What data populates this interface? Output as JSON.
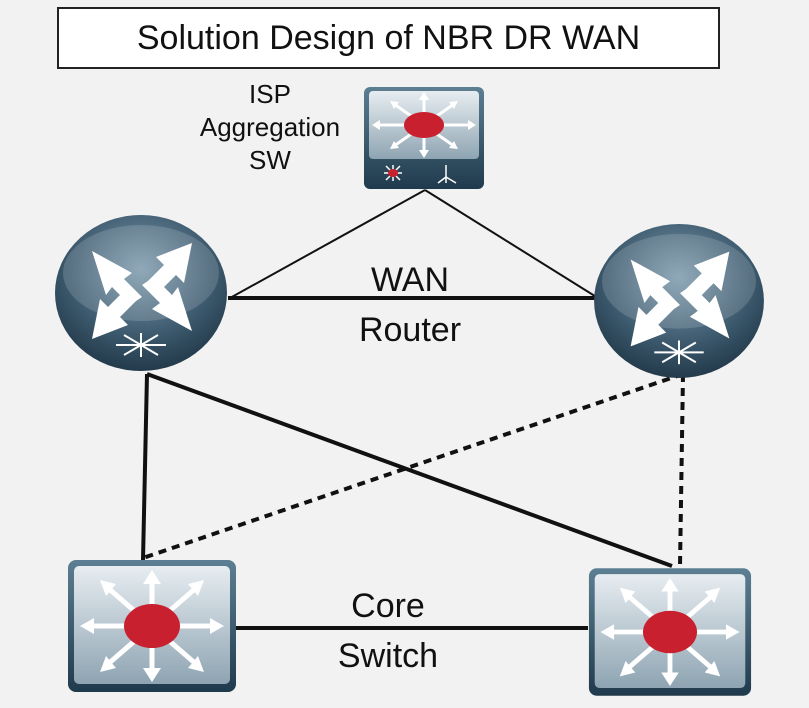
{
  "diagram": {
    "title": "Solution Design of NBR DR WAN",
    "labels": {
      "isp": "ISP\nAggregation\nSW",
      "isp_lines": [
        "ISP",
        "Aggregation",
        "SW"
      ],
      "wan_lines": [
        "WAN",
        "Router"
      ],
      "core_lines": [
        "Core",
        "Switch"
      ]
    },
    "devices": [
      {
        "id": "isp-aggregation-switch",
        "icon": "layer3-switch-icon"
      },
      {
        "id": "wan-router-left",
        "icon": "router-icon"
      },
      {
        "id": "wan-router-right",
        "icon": "router-icon"
      },
      {
        "id": "core-switch-left",
        "icon": "layer3-switch-icon"
      },
      {
        "id": "core-switch-right",
        "icon": "layer3-switch-icon"
      }
    ],
    "links": [
      {
        "from": "isp-aggregation-switch",
        "to": "wan-router-left",
        "style": "thin-solid"
      },
      {
        "from": "isp-aggregation-switch",
        "to": "wan-router-right",
        "style": "thin-solid"
      },
      {
        "from": "wan-router-left",
        "to": "wan-router-right",
        "style": "solid"
      },
      {
        "from": "wan-router-left",
        "to": "core-switch-left",
        "style": "solid"
      },
      {
        "from": "wan-router-left",
        "to": "core-switch-right",
        "style": "solid"
      },
      {
        "from": "wan-router-right",
        "to": "core-switch-left",
        "style": "dashed"
      },
      {
        "from": "wan-router-right",
        "to": "core-switch-right",
        "style": "dashed"
      },
      {
        "from": "core-switch-left",
        "to": "core-switch-right",
        "style": "solid"
      }
    ],
    "colors": {
      "device_body": "#2e4a5e",
      "center_dot": "#c8202e",
      "arrow": "#ffffff"
    }
  }
}
